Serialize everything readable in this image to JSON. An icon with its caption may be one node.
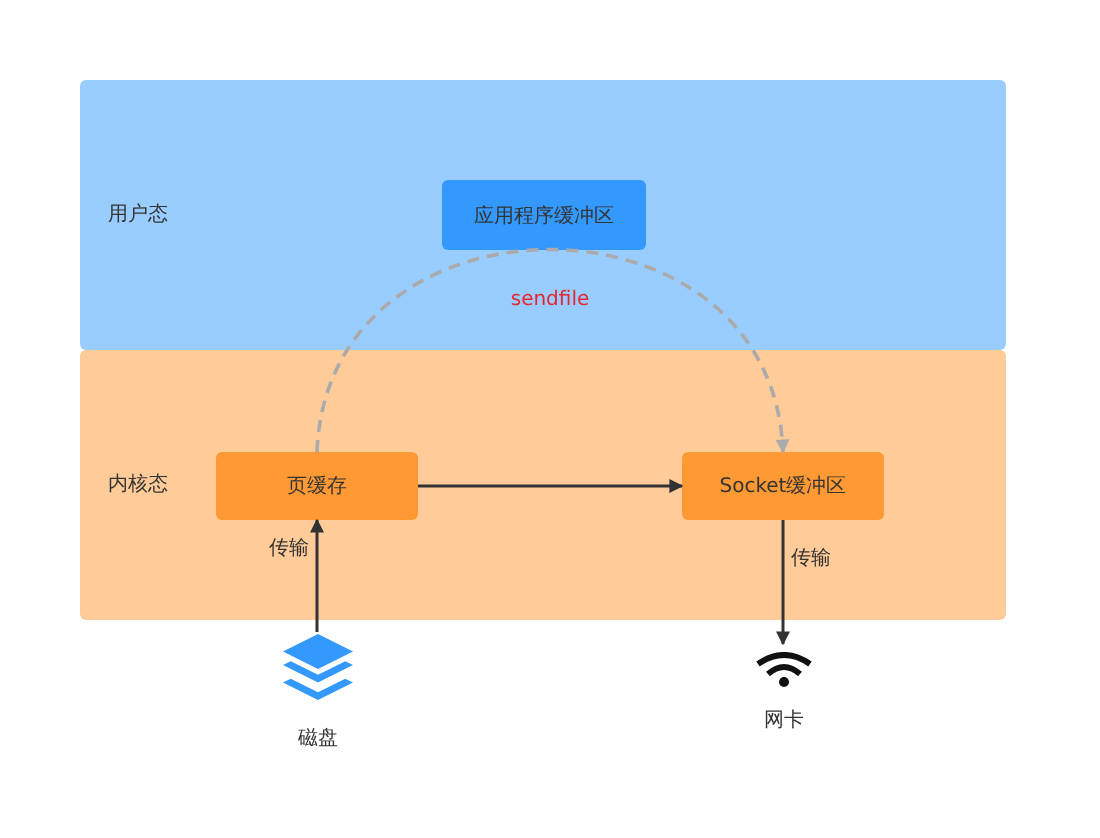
{
  "diagram": {
    "nodes": [
      {
        "text": [
          "用户态"
        ]
      },
      {
        "text": [
          "内核态"
        ]
      },
      {
        "text": [
          "应用程序缓冲区"
        ],
        "in": 0
      },
      {
        "text": [
          "页缓存"
        ],
        "in": 1
      },
      {
        "text": [
          "Socket缓冲区"
        ],
        "in": 1
      },
      {
        "text": [
          "磁盘"
        ]
      },
      {
        "text": [
          "网卡"
        ]
      }
    ],
    "edges": [
      {
        "from": 3,
        "to": 4,
        "arrow": "to"
      },
      {
        "from": 3,
        "to": 4,
        "arrow": "to",
        "label": "sendfile",
        "style": "dashed",
        "color": "#aaaaaa"
      },
      {
        "from": 5,
        "to": 3,
        "arrow": "to",
        "label": "传输"
      },
      {
        "from": 4,
        "to": 6,
        "arrow": "to",
        "label": "传输"
      }
    ]
  }
}
